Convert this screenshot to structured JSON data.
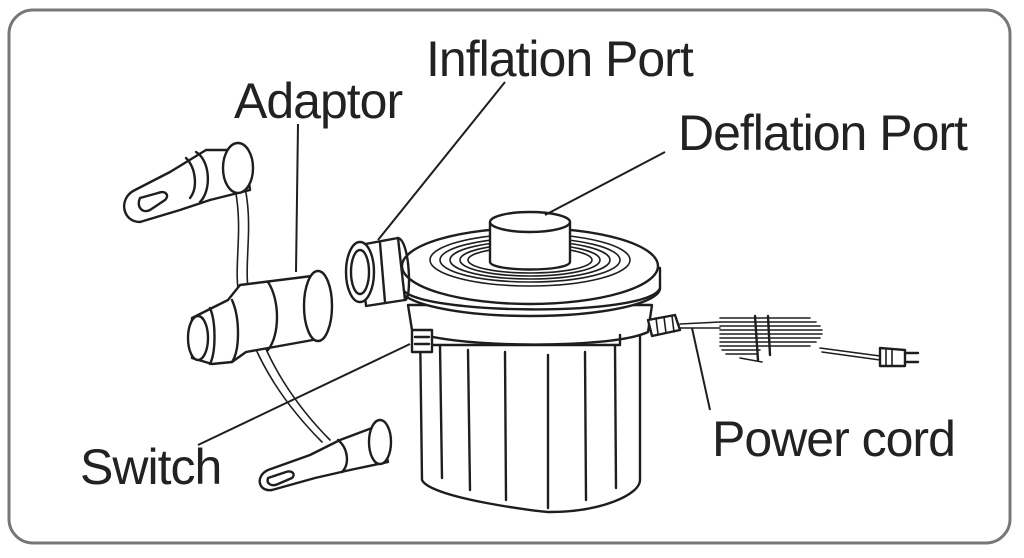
{
  "labels": {
    "inflation_port": "Inflation Port",
    "adaptor": "Adaptor",
    "deflation_port": "Deflation Port",
    "switch": "Switch",
    "power_cord": "Power cord"
  },
  "colors": {
    "line": "#1e1e1e",
    "frame": "#777777",
    "background": "#ffffff"
  }
}
